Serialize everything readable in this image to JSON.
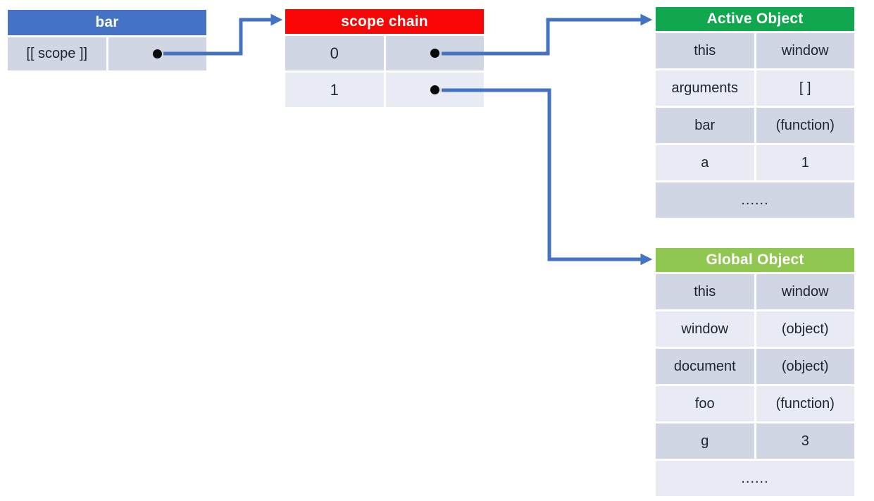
{
  "colors": {
    "arrow": "#4472C4",
    "bar_header": "#4472C4",
    "scope_header": "#FA0505",
    "active_header": "#10A74F",
    "global_header": "#8FC750",
    "row_dark": "#D1D6E4",
    "row_light": "#E9EBF4",
    "text": "#1F2430"
  },
  "tables": {
    "bar": {
      "title": "bar",
      "rows": [
        {
          "key": "[[ scope ]]",
          "value_icon": "pointer-bullet"
        }
      ]
    },
    "scope_chain": {
      "title": "scope chain",
      "rows": [
        {
          "key": "0",
          "value_icon": "pointer-bullet"
        },
        {
          "key": "1",
          "value_icon": "pointer-bullet"
        }
      ]
    },
    "active_object": {
      "title": "Active Object",
      "rows": [
        {
          "key": "this",
          "value": "window"
        },
        {
          "key": "arguments",
          "value": "[ ]"
        },
        {
          "key": "bar",
          "value": "(function)"
        },
        {
          "key": "a",
          "value": "1"
        }
      ],
      "ellipsis": "......"
    },
    "global_object": {
      "title": "Global Object",
      "rows": [
        {
          "key": "this",
          "value": "window"
        },
        {
          "key": "window",
          "value": "(object)"
        },
        {
          "key": "document",
          "value": "(object)"
        },
        {
          "key": "foo",
          "value": "(function)"
        },
        {
          "key": "g",
          "value": "3"
        }
      ],
      "ellipsis": "......"
    }
  },
  "arrows": [
    {
      "from": "bar [[ scope ]] pointer",
      "to": "scope chain"
    },
    {
      "from": "scope chain index 0 pointer",
      "to": "Active Object"
    },
    {
      "from": "scope chain index 1 pointer",
      "to": "Global Object"
    }
  ]
}
